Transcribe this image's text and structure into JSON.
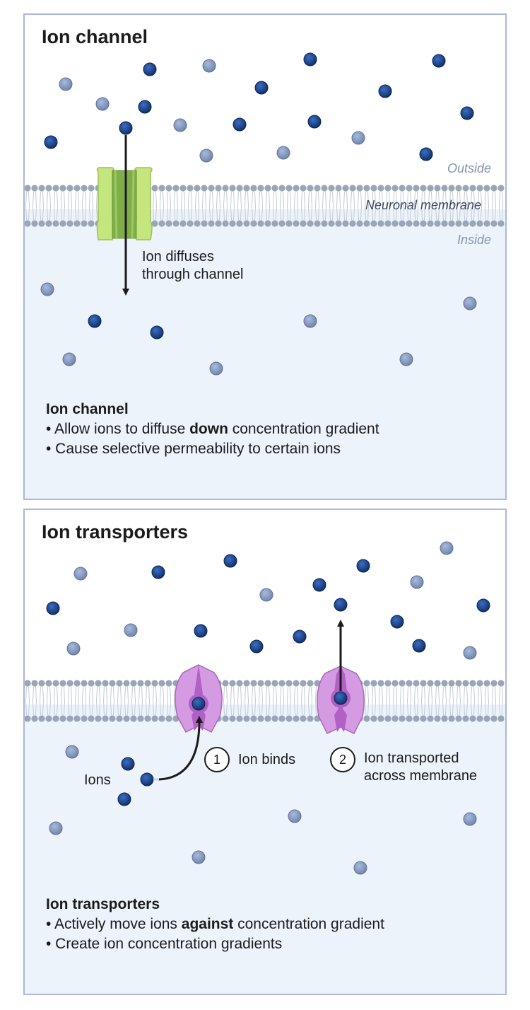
{
  "panel1": {
    "title": "Ion channel",
    "outside_label": "Outside",
    "membrane_label": "Neuronal membrane",
    "inside_label": "Inside",
    "arrow_label_line1": "Ion diffuses",
    "arrow_label_line2": "through channel",
    "summary_title": "Ion channel",
    "bullet1_pre": "• Allow ions to diffuse ",
    "bullet1_bold": "down",
    "bullet1_post": " concentration gradient",
    "bullet2": "• Cause selective permeability to certain ions"
  },
  "panel2": {
    "title": "Ion transporters",
    "ions_label": "Ions",
    "step1_number": "1",
    "step1_label": "Ion binds",
    "step2_number": "2",
    "step2_label_line1": "Ion transported",
    "step2_label_line2": "across membrane",
    "summary_title": "Ion transporters",
    "bullet1_pre": "• Actively move ions ",
    "bullet1_bold": "against",
    "bullet1_post": " concentration gradient",
    "bullet2": "• Create ion concentration gradients"
  },
  "colors": {
    "inside_bg": "#edf3fb",
    "membrane_head": "#9aa6b8",
    "ion_dark": "#163e82",
    "ion_light": "#7f94bb",
    "channel_green": "#c5e67e",
    "transporter_purple": "#d49be3",
    "label_grey": "#8794ad",
    "label_dark": "#3b4a66"
  }
}
